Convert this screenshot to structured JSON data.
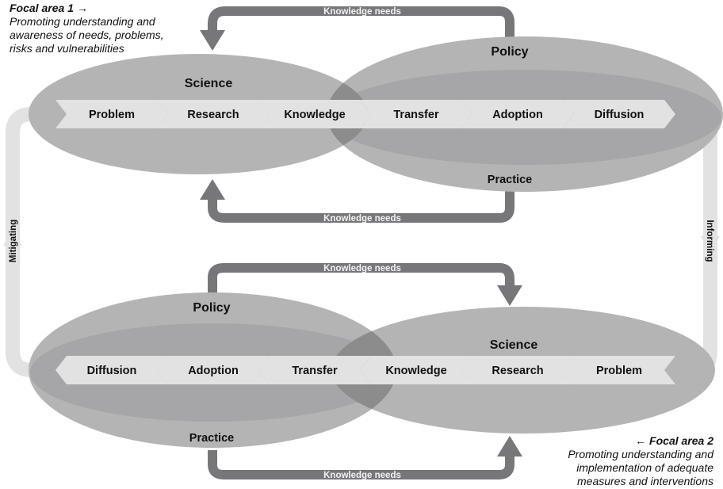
{
  "colors": {
    "ellipse": "#b4b4b4",
    "overlap": "#8c8c8c",
    "chevron": "#e2e2e3",
    "loop": "#e2e2e3",
    "arrow": "#77777a",
    "text": "#111111",
    "arrow_text": "#f2f2f2"
  },
  "focal_area_1": {
    "title": "Focal area 1 →",
    "description_lines": [
      "Promoting understanding and",
      "awareness of needs, problems,",
      "risks and vulnerabilities"
    ]
  },
  "focal_area_2": {
    "title": "← Focal area 2",
    "description_lines": [
      "Promoting understanding and",
      "implementation of adequate",
      "measures and interventions"
    ]
  },
  "top_cycle": {
    "science_label": "Science",
    "policy_label": "Policy",
    "practice_label": "Practice",
    "steps": [
      "Problem",
      "Research",
      "Knowledge",
      "Transfer",
      "Adoption",
      "Diffusion"
    ],
    "feedback_top": "Knowledge needs",
    "feedback_bottom": "Knowledge needs"
  },
  "bottom_cycle": {
    "science_label": "Science",
    "policy_label": "Policy",
    "practice_label": "Practice",
    "steps": [
      "Diffusion",
      "Adoption",
      "Transfer",
      "Knowledge",
      "Research",
      "Problem"
    ],
    "feedback_top": "Knowledge needs",
    "feedback_bottom": "Knowledge needs"
  },
  "connectors": {
    "left": "Mitigating",
    "right": "Informing"
  }
}
